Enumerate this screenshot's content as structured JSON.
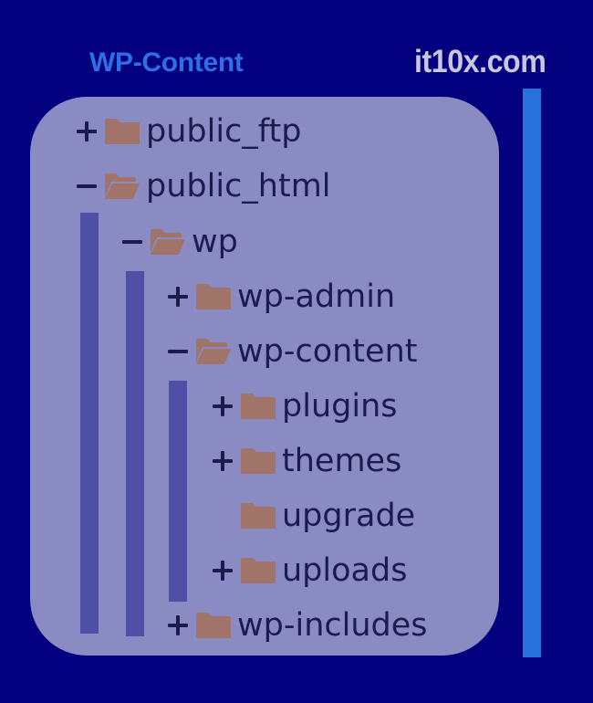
{
  "header": {
    "title": "WP-Content",
    "brand": "it10x.com"
  },
  "colors": {
    "background": "#030080",
    "panel": "#8b8bc4",
    "guide": "#4f4fa8",
    "accent": "#2870dc",
    "folder": "#a07468",
    "text": "#1d1b4e"
  },
  "tree": {
    "items": [
      {
        "label": "public_ftp",
        "state": "collapsed",
        "icon": "folder-closed-icon"
      },
      {
        "label": "public_html",
        "state": "expanded",
        "icon": "folder-open-icon"
      },
      {
        "label": "wp",
        "state": "expanded",
        "icon": "folder-open-icon"
      },
      {
        "label": "wp-admin",
        "state": "collapsed",
        "icon": "folder-closed-icon"
      },
      {
        "label": "wp-content",
        "state": "expanded",
        "icon": "folder-open-icon"
      },
      {
        "label": "plugins",
        "state": "collapsed",
        "icon": "folder-closed-icon"
      },
      {
        "label": "themes",
        "state": "collapsed",
        "icon": "folder-closed-icon"
      },
      {
        "label": "upgrade",
        "state": "leaf",
        "icon": "folder-closed-icon"
      },
      {
        "label": "uploads",
        "state": "collapsed",
        "icon": "folder-closed-icon"
      },
      {
        "label": "wp-includes",
        "state": "collapsed",
        "icon": "folder-closed-icon"
      }
    ]
  }
}
